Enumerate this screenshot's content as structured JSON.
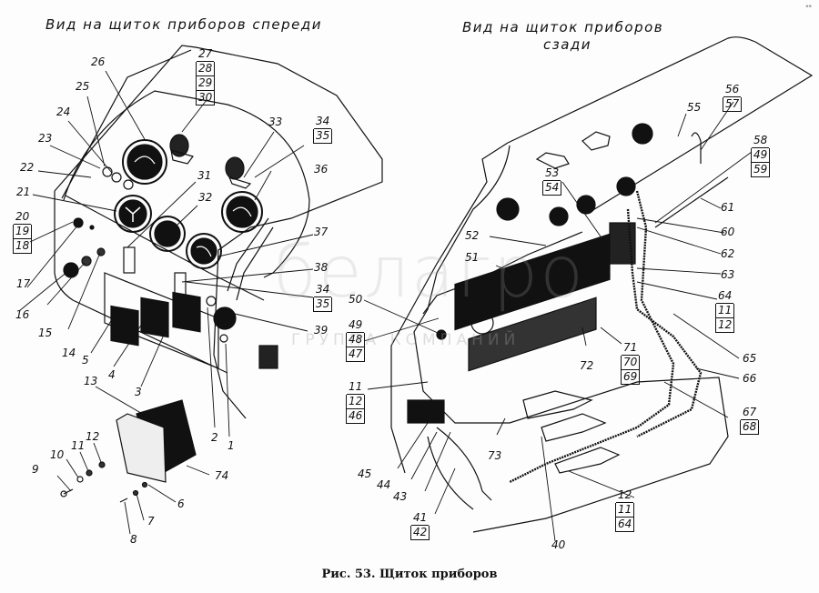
{
  "titles": {
    "front_view": "Вид на щиток приборов спереди",
    "rear_view_line1": "Вид на щиток приборов",
    "rear_view_line2": "сзади"
  },
  "caption": "Рис. 53. Щиток приборов",
  "watermark": {
    "logo": "белагро",
    "text": "ГРУППА КОМПАНИЙ"
  },
  "labels": {
    "l1": "1",
    "l2": "2",
    "l3": "3",
    "l4": "4",
    "l5": "5",
    "l6": "6",
    "l7": "7",
    "l8": "8",
    "l9": "9",
    "l10": "10",
    "l11": "11",
    "l12": "12",
    "l13": "13",
    "l14": "14",
    "l15": "15",
    "l16": "16",
    "l17": "17",
    "l21": "21",
    "l22": "22",
    "l23": "23",
    "l24": "24",
    "l25": "25",
    "l26": "26",
    "l31": "31",
    "l32": "32",
    "l33": "33",
    "l36": "36",
    "l37": "37",
    "l38": "38",
    "l39": "39",
    "l40": "40",
    "l43": "43",
    "l44": "44",
    "l45": "45",
    "l50": "50",
    "l51": "51",
    "l52": "52",
    "l55": "55",
    "l60": "60",
    "l61": "61",
    "l62": "62",
    "l63": "63",
    "l65": "65",
    "l66": "66",
    "l72": "72",
    "l73": "73",
    "l74": "74"
  },
  "stacks": {
    "s20": [
      "20",
      "19",
      "18"
    ],
    "s27": [
      "27",
      "28",
      "29",
      "30"
    ],
    "s34a": [
      "34",
      "35"
    ],
    "s34b": [
      "34",
      "35"
    ],
    "s49": [
      "49",
      "48",
      "47"
    ],
    "s11a": [
      "11",
      "12",
      "46"
    ],
    "s41": [
      "41",
      "42"
    ],
    "s53": [
      "53",
      "54"
    ],
    "s56": [
      "56",
      "57"
    ],
    "s58": [
      "58",
      "49",
      "59"
    ],
    "s64": [
      "64",
      "11",
      "12"
    ],
    "s71": [
      "71",
      "70",
      "69"
    ],
    "s67": [
      "67",
      "68"
    ],
    "s12b": [
      "12",
      "11",
      "64"
    ]
  }
}
